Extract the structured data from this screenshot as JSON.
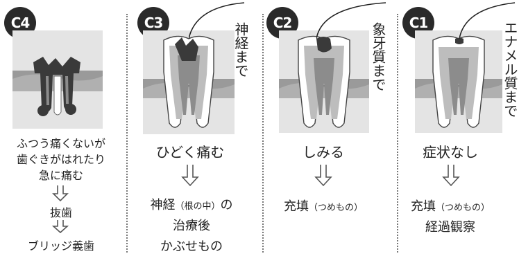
{
  "stages": [
    {
      "badge": "C4",
      "description_lines": [
        "ふつう痛くないが",
        "歯ぐきがはれたり",
        "急に痛む"
      ],
      "steps": [
        "抜歯",
        "ブリッジ義歯"
      ]
    },
    {
      "badge": "C3",
      "depth_label": "神経まで",
      "symptom": "ひどく痛む",
      "treatment": {
        "main_1": "神経",
        "paren": "（根の中）",
        "main_2": "の",
        "line2": "治療後",
        "line3": "かぶせもの"
      }
    },
    {
      "badge": "C2",
      "depth_label": "象牙質まで",
      "symptom": "しみる",
      "treatment": {
        "main_1": "充填",
        "paren": "（つめもの）"
      }
    },
    {
      "badge": "C1",
      "depth_label": "エナメル質まで",
      "symptom": "症状なし",
      "treatment": {
        "main_1": "充填",
        "paren": "（つめもの）",
        "line2": "経過観察"
      }
    }
  ],
  "colors": {
    "badge": "#2a2a2a",
    "panel": "#e4e4e4",
    "decay": "#3a3a3a",
    "gum": "#9a9a9a",
    "dentin": "#bdbdbd",
    "pulp": "#8c8c8c"
  },
  "icons": {
    "arrow": "double-down-arrow-icon"
  }
}
